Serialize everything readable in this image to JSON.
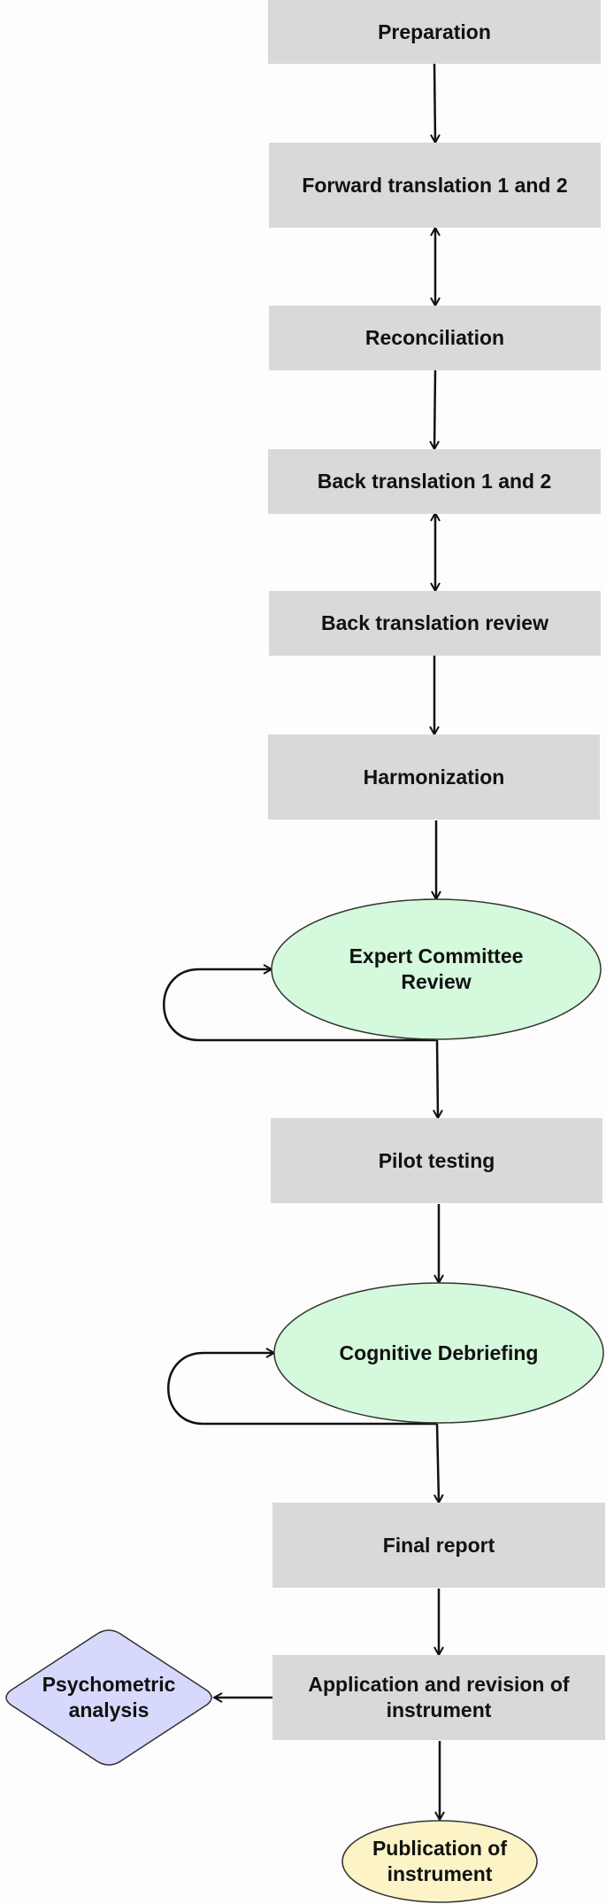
{
  "nodes": {
    "preparation": "Preparation",
    "forward_translation": "Forward translation 1 and 2",
    "reconciliation": "Reconciliation",
    "back_translation": "Back translation 1 and 2",
    "back_translation_review": "Back translation review",
    "harmonization": "Harmonization",
    "expert_committee_review": "Expert Committee\nReview",
    "pilot_testing": "Pilot testing",
    "cognitive_debriefing": "Cognitive Debriefing",
    "final_report": "Final report",
    "application_revision": "Application and revision of\ninstrument",
    "psychometric_analysis": "Psychometric\nanalysis",
    "publication": "Publication of\ninstrument"
  },
  "colors": {
    "process_box": "#d9d9d9",
    "review_ellipse": "#d5f9dc",
    "analysis_diamond": "#d6d9fb",
    "publication_ellipse": "#fcf4c6",
    "line": "#111111"
  }
}
